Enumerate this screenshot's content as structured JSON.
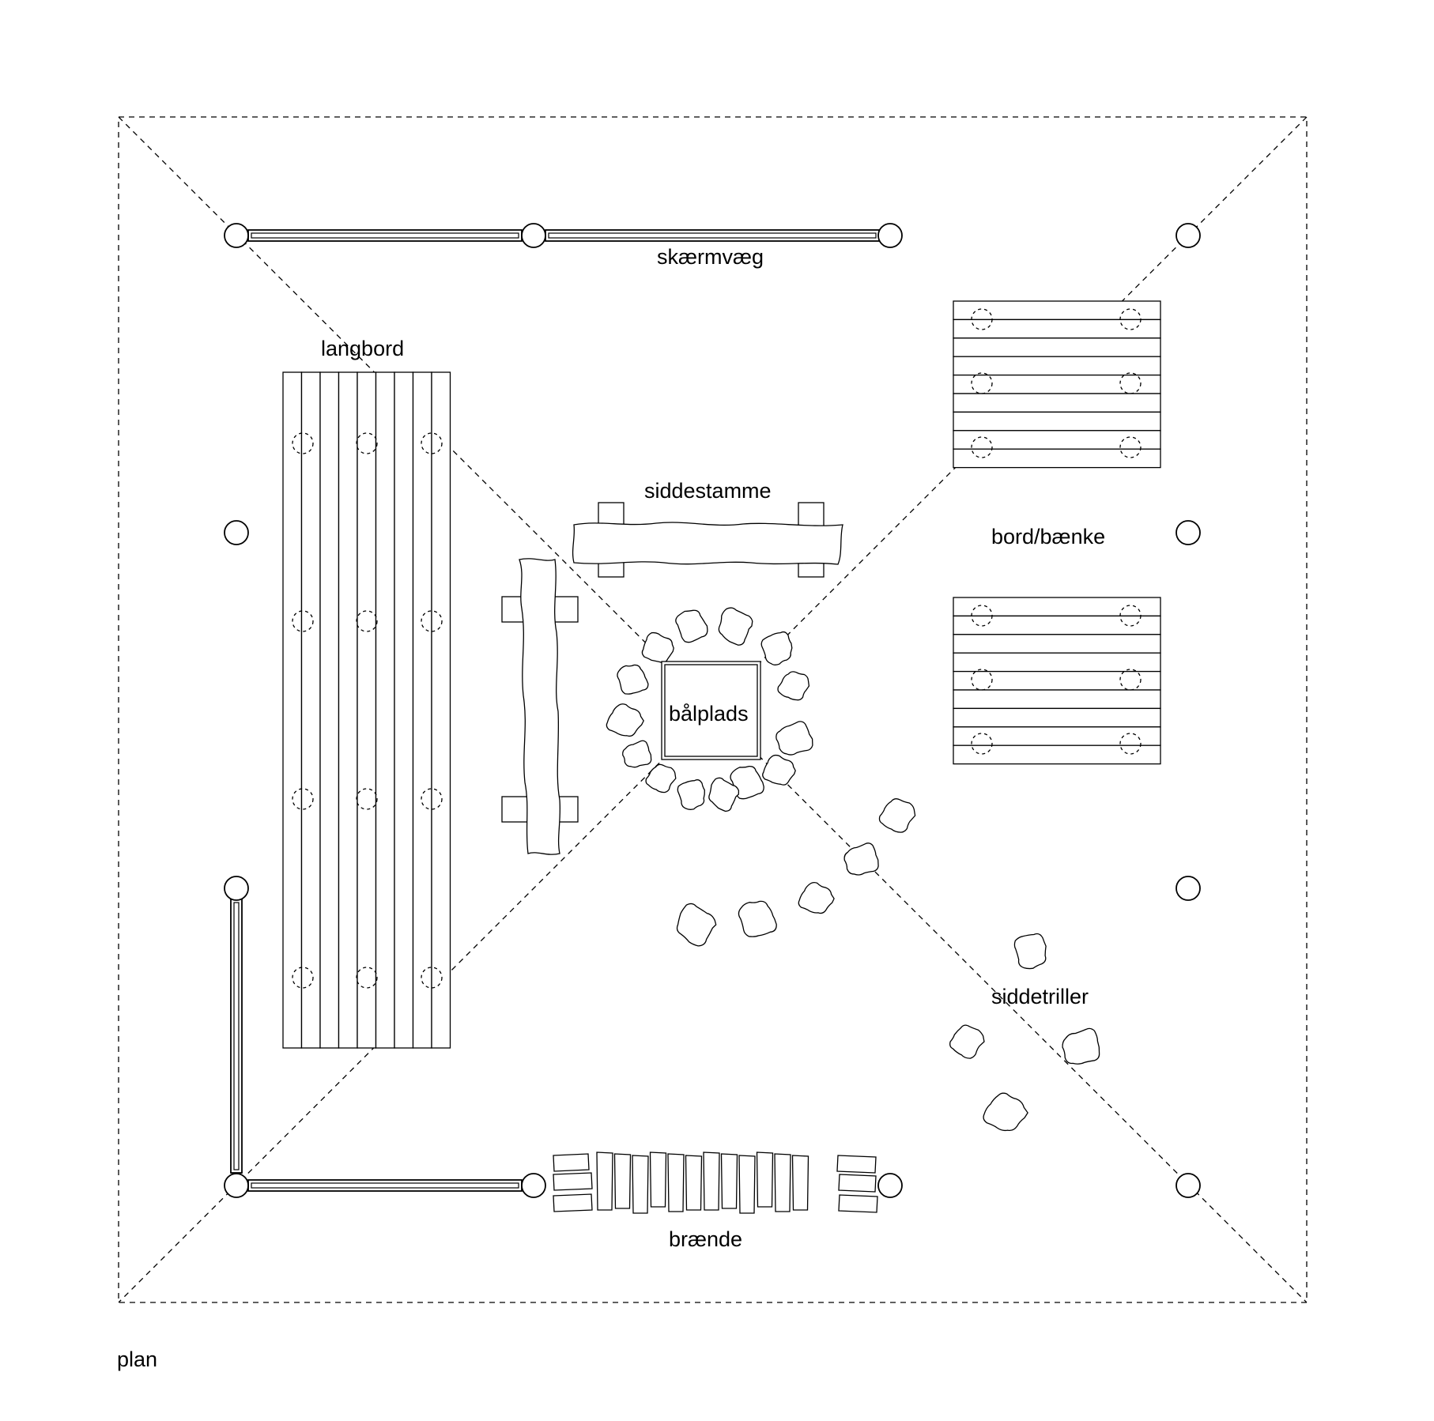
{
  "labels": {
    "screen_wall": "skærmvæg",
    "long_table": "langbord",
    "seat_log": "siddestamme",
    "table_benches": "bord/bænke",
    "fire_place": "bålplads",
    "seat_stumps": "siddetriller",
    "firewood": "brænde",
    "plan": "plan"
  },
  "colors": {
    "line": "#000000",
    "background": "#ffffff"
  }
}
